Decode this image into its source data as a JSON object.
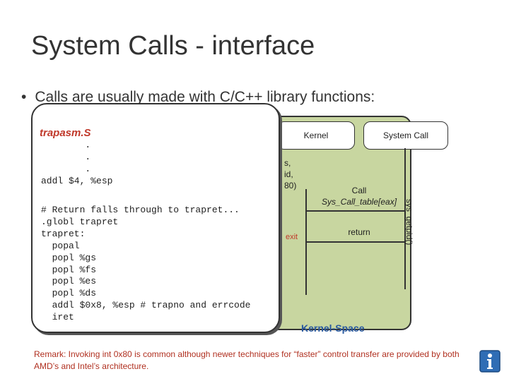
{
  "slide": {
    "title": "System Calls - interface",
    "bullet": "Calls are usually made with C/C++ library functions:"
  },
  "popup": {
    "title": "trapasm.S",
    "code_top": "        .\n        .\n        .\naddl $4, %esp",
    "code_bottom": "# Return falls through to trapret...\n.globl trapret\ntrapret:\n  popal\n  popl %gs\n  popl %fs\n  popl %es\n  popl %ds\n  addl $0x8, %esp # trapno and errcode\n  iret"
  },
  "diagram": {
    "kernel_tab": "Kernel",
    "system_call_tab": "System Call",
    "fragment_1": "s,",
    "fragment_2": "id,",
    "fragment_3": "80)",
    "call_label": "Call",
    "call_table": "Sys_Call_table[eax]",
    "return_label": "return",
    "exit_label": "exit",
    "getpid_label": "sys_getpid()",
    "kernel_space_label": "Kernel-Space"
  },
  "remark": "Remark: Invoking int 0x80 is common although newer techniques for “faster” control transfer are provided by both AMD’s and Intel’s architecture.",
  "colors": {
    "kernel_panel": "#c8d6a0",
    "remark_text": "#b03020",
    "popup_title": "#c0392b",
    "kernel_space_text": "#2a5aa0"
  },
  "icons": {
    "info": "info-icon"
  }
}
